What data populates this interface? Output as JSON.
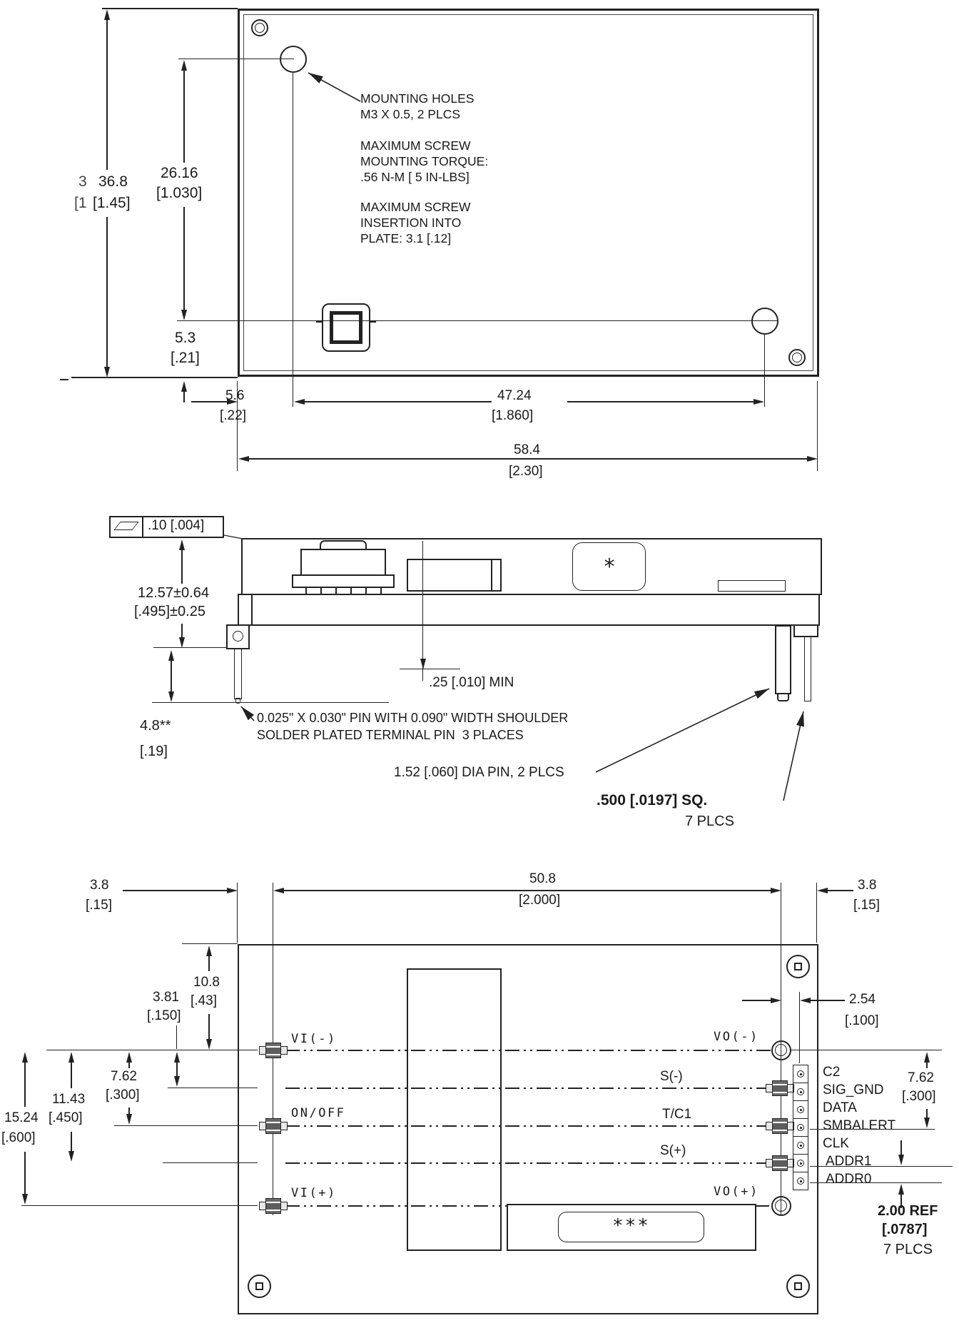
{
  "top_view": {
    "notes_mounting": [
      "MOUNTING HOLES",
      "M3 X 0.5, 2 PLCS"
    ],
    "notes_torque": [
      "MAXIMUM SCREW",
      "MOUNTING TORQUE:",
      ".56 N-M [ 5 IN-LBS]"
    ],
    "notes_insertion": [
      "MAXIMUM SCREW",
      "INSERTION INTO",
      "PLATE: 3.1 [.12]"
    ],
    "dim_height": {
      "mm": "36.8",
      "in": "[1.45]",
      "ghost_mm": "3",
      "ghost_in": "[1"
    },
    "dim_hole_v": {
      "mm": "26.16",
      "in": "[1.030]"
    },
    "dim_edge_bottom": {
      "mm": "5.3",
      "in": "[.21]"
    },
    "dim_edge_left": {
      "mm": "5.6",
      "in": "[.22]"
    },
    "dim_hole_h": {
      "mm": "47.24",
      "in": "[1.860]"
    },
    "dim_width": {
      "mm": "58.4",
      "in": "[2.30]"
    }
  },
  "side_view": {
    "flatness": ".10 [.004]",
    "dim_height": {
      "mm": "12.57±0.64",
      "in": "[.495]±0.25"
    },
    "dim_standoff": {
      "mm": "4.8**",
      "in": "[.19]"
    },
    "clearance": ".25 [.010] MIN",
    "note_pin": [
      "0.025\" X 0.030\" PIN WITH 0.090\" WIDTH SHOULDER",
      "SOLDER PLATED TERMINAL PIN  3 PLACES"
    ],
    "note_dia_pin": "1.52 [.060] DIA PIN, 2 PLCS",
    "note_sq_pin": {
      "line1": ".500 [.0197] SQ.",
      "line2": "7 PLCS"
    },
    "marking": "*"
  },
  "bottom_view": {
    "dim_margin": {
      "mm": "3.8",
      "in": "[.15]"
    },
    "dim_pitch": {
      "mm": "50.8",
      "in": "[2.000]"
    },
    "dim_header_offset": {
      "mm": "2.54",
      "in": "[.100]"
    },
    "dim_top": {
      "mm": "10.8",
      "in": "[.43]"
    },
    "dim_sense": {
      "mm": "3.81",
      "in": "[.150]"
    },
    "dim_row2": {
      "mm": "7.62",
      "in": "[.300]"
    },
    "dim_row3": {
      "mm": "11.43",
      "in": "[.450]"
    },
    "dim_row4": {
      "mm": "15.24",
      "in": "[.600]"
    },
    "dim_right": {
      "mm": "7.62",
      "in": "[.300]"
    },
    "dim_header_pitch": {
      "line1": "2.00 REF",
      "line2": "[.0787]",
      "line3": "7 PLCS"
    },
    "pins_left": [
      "VI(-)",
      "ON/OFF",
      "VI(+)"
    ],
    "pins_right": [
      "VO(-)",
      "S(-)",
      "T/C1",
      "S(+)",
      "VO(+)"
    ],
    "header": [
      "C2",
      "SIG_GND",
      "DATA",
      "SMBALERT",
      "CLK",
      "ADDR1",
      "ADDR0"
    ],
    "marking": "***"
  }
}
